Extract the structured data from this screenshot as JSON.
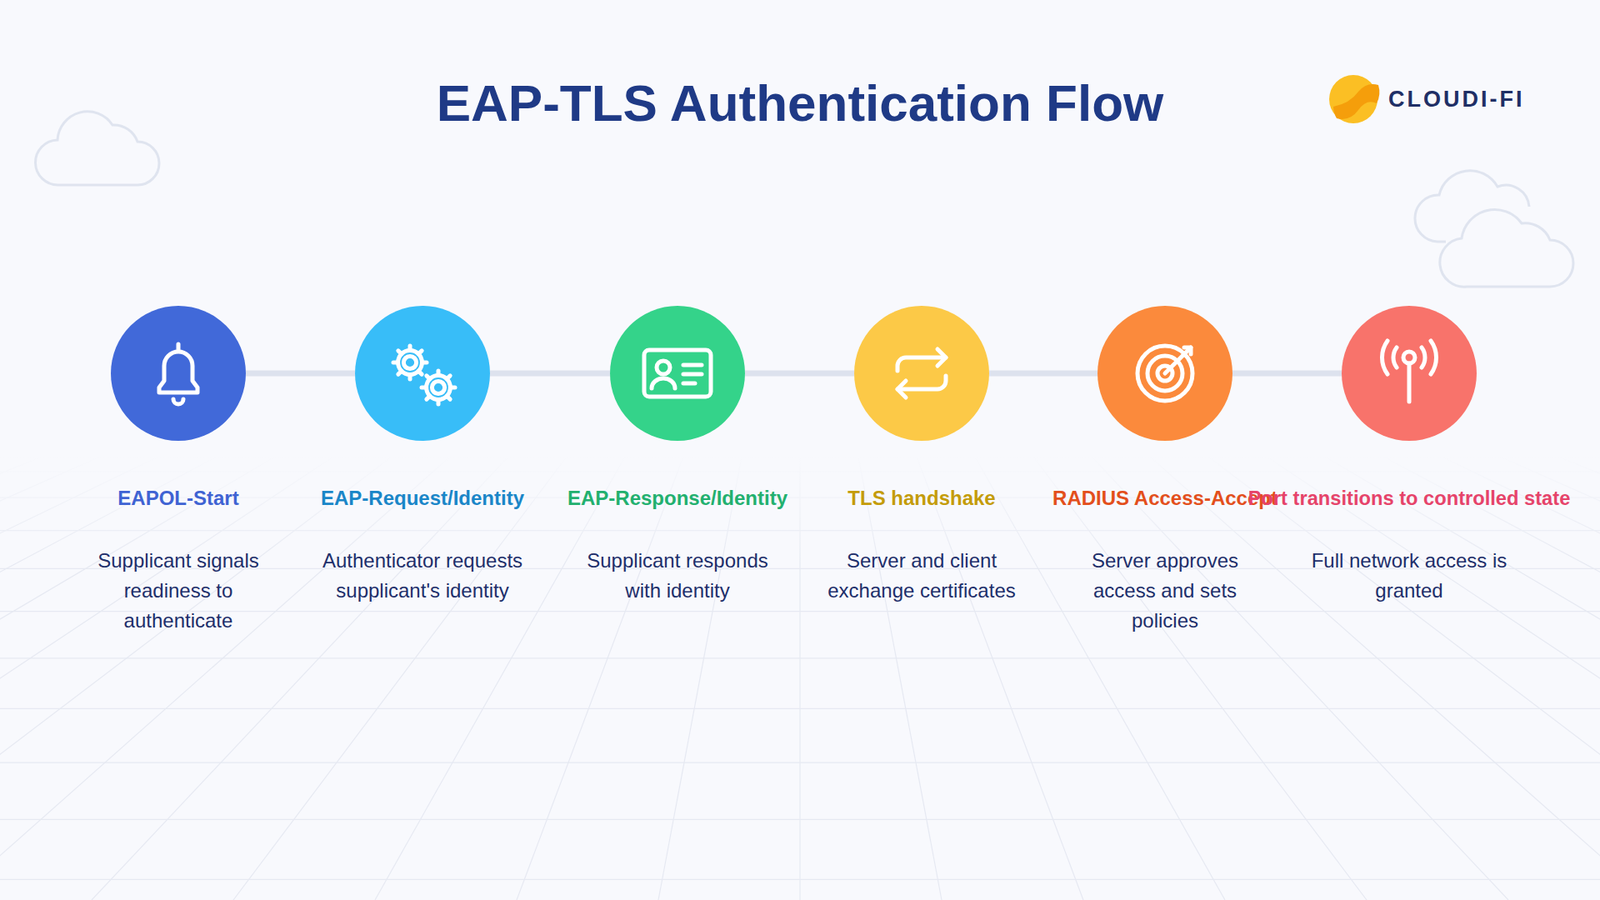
{
  "diagram": {
    "title": "EAP-TLS Authentication Flow",
    "nodes": [
      {
        "text": [
          "EAPOL-Start",
          "Supplicant signals readiness to authenticate"
        ]
      },
      {
        "text": [
          "EAP-Request/Identity",
          "Authenticator requests supplicant's identity"
        ]
      },
      {
        "text": [
          "EAP-Response/Identity",
          "Supplicant responds with identity"
        ]
      },
      {
        "text": [
          "TLS handshake",
          "Server and client exchange certificates"
        ]
      },
      {
        "text": [
          "RADIUS Access-Accept",
          "Server approves access and sets policies"
        ]
      },
      {
        "text": [
          "Port transitions to controlled state",
          "Full network access is granted"
        ]
      }
    ],
    "edges": [
      {
        "from": 0,
        "to": 1,
        "arrow": "none"
      },
      {
        "from": 1,
        "to": 2,
        "arrow": "none"
      },
      {
        "from": 2,
        "to": 3,
        "arrow": "none"
      },
      {
        "from": 3,
        "to": 4,
        "arrow": "none"
      },
      {
        "from": 4,
        "to": 5,
        "arrow": "none"
      }
    ],
    "labels": [
      "CLOUDI-FI"
    ]
  }
}
